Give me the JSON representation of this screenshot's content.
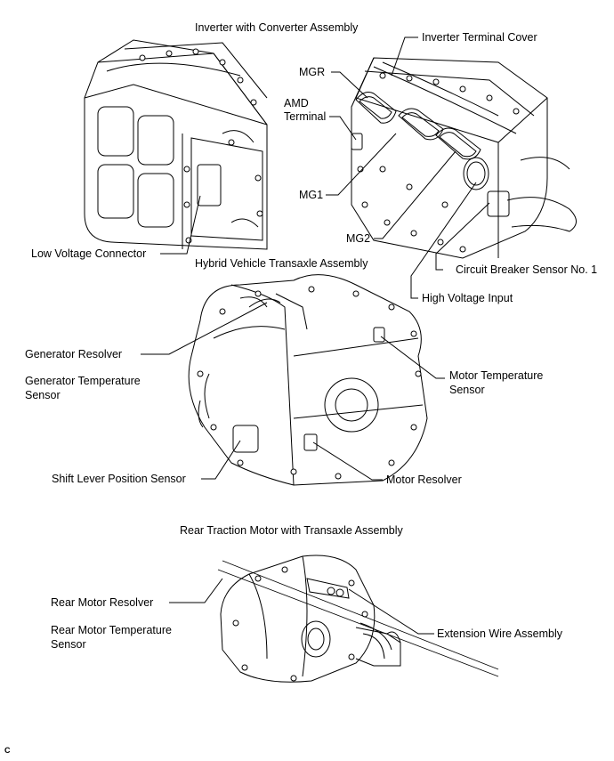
{
  "titles": {
    "inverter": "Inverter with Converter Assembly",
    "transaxle": "Hybrid Vehicle Transaxle Assembly",
    "rear": "Rear Traction Motor with Transaxle Assembly"
  },
  "labels": {
    "inverter_terminal_cover": "Inverter Terminal Cover",
    "mgr": "MGR",
    "amd_terminal_1": "AMD",
    "amd_terminal_2": "Terminal",
    "mg1": "MG1",
    "mg2": "MG2",
    "low_voltage_connector": "Low Voltage Connector",
    "circuit_breaker_sensor": "Circuit Breaker Sensor No. 1",
    "high_voltage_input": "High Voltage Input",
    "generator_resolver": "Generator Resolver",
    "generator_temp_1": "Generator Temperature",
    "generator_temp_2": "Sensor",
    "motor_temp_1": "Motor Temperature",
    "motor_temp_2": "Sensor",
    "shift_lever": "Shift Lever Position Sensor",
    "motor_resolver": "Motor Resolver",
    "rear_motor_resolver": "Rear Motor Resolver",
    "rear_motor_temp_1": "Rear Motor Temperature",
    "rear_motor_temp_2": "Sensor",
    "extension_wire": "Extension Wire Assembly"
  },
  "footer_code": "C"
}
